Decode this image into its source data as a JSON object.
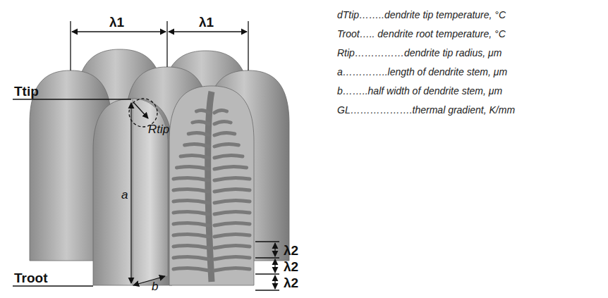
{
  "diagram": {
    "labels": [
      "λ1",
      "λ1",
      "Ttip",
      "Rtip",
      "a",
      "b",
      "Troot",
      "λ2",
      "λ2",
      "λ2",
      "dTtip……..dendrite tip temperature, °C",
      "Troot….. dendrite root temperature, °C",
      "Rtip……………dendrite tip radius, μm",
      "a…………..length of dendrite stem, μm",
      "b……..half width of dendrite stem, μm",
      "GL……………….thermal gradient, K/mm"
    ]
  }
}
